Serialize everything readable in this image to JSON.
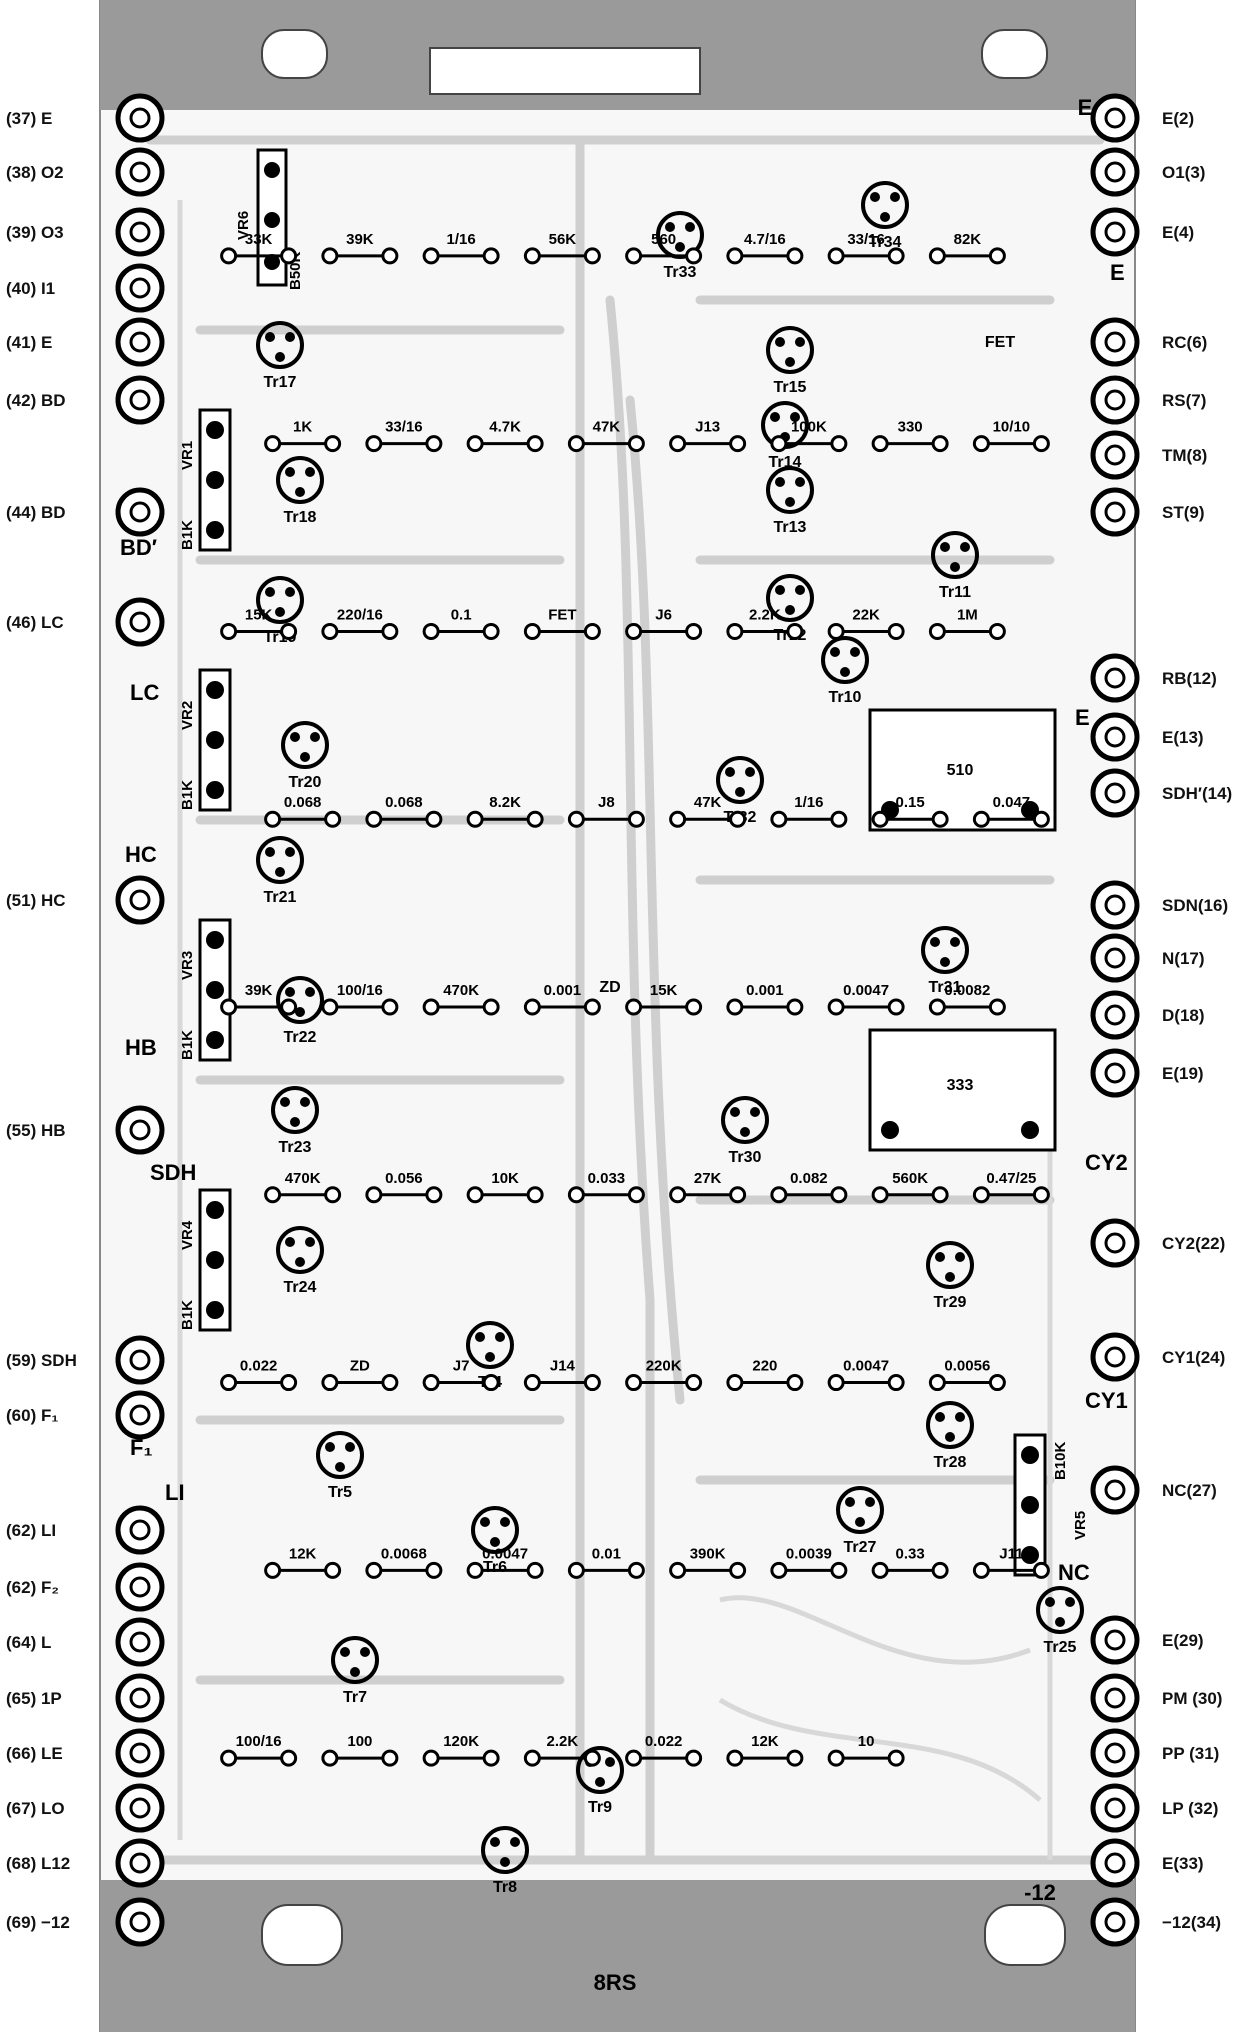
{
  "board": {
    "name": "8RS",
    "ground_top": "E",
    "ground_top_right": "E",
    "supply_bottom": "-12"
  },
  "left_pins": [
    {
      "label": "(37) E"
    },
    {
      "label": "(38) O2"
    },
    {
      "label": "(39) O3"
    },
    {
      "label": "(40) I1"
    },
    {
      "label": "(41) E"
    },
    {
      "label": "(42) BD"
    },
    {
      "label": "(44) BD"
    },
    {
      "label": "(46) LC"
    },
    {
      "label": "(51) HC"
    },
    {
      "label": "(55) HB"
    },
    {
      "label": "(59) SDH"
    },
    {
      "label": "(60) F₁"
    },
    {
      "label": "(62) LI"
    },
    {
      "label": "(62) F₂"
    },
    {
      "label": "(64) L"
    },
    {
      "label": "(65) 1P"
    },
    {
      "label": "(66) LE"
    },
    {
      "label": "(67) LO"
    },
    {
      "label": "(68) L12"
    },
    {
      "label": "(69) −12"
    }
  ],
  "right_pins": [
    {
      "label": "E(2)"
    },
    {
      "label": "O1(3)"
    },
    {
      "label": "E(4)"
    },
    {
      "label": "RC(6)"
    },
    {
      "label": "RS(7)"
    },
    {
      "label": "TM(8)"
    },
    {
      "label": "ST(9)"
    },
    {
      "label": "RB(12)"
    },
    {
      "label": "E(13)"
    },
    {
      "label": "SDH′(14)"
    },
    {
      "label": "SDN(16)"
    },
    {
      "label": "N(17)"
    },
    {
      "label": "D(18)"
    },
    {
      "label": "E(19)"
    },
    {
      "label": "CY2(22)"
    },
    {
      "label": "CY1(24)"
    },
    {
      "label": "NC(27)"
    },
    {
      "label": "E(29)"
    },
    {
      "label": "PM (30)"
    },
    {
      "label": "PP (31)"
    },
    {
      "label": "LP (32)"
    },
    {
      "label": "E(33)"
    },
    {
      "label": "−12(34)"
    }
  ],
  "inner_labels": {
    "bd_prime": "BD′",
    "lc": "LC",
    "hc": "HC",
    "hb": "HB",
    "sdh": "SDH",
    "f1": "F₁",
    "li": "LI",
    "cy2": "CY2",
    "cy1": "CY1",
    "nc": "NC",
    "e_right": "E",
    "e_mid": "E"
  },
  "trimmers": [
    {
      "ref": "VR6",
      "value": "B50K"
    },
    {
      "ref": "VR1",
      "value": "B1K"
    },
    {
      "ref": "VR2",
      "value": "B1K"
    },
    {
      "ref": "VR3",
      "value": "B1K"
    },
    {
      "ref": "VR4",
      "value": "B1K"
    },
    {
      "ref": "VR5",
      "value": "B10K"
    }
  ],
  "ics": [
    {
      "value": "510"
    },
    {
      "value": "333"
    }
  ],
  "transistors": [
    "Tr4",
    "Tr5",
    "Tr6",
    "Tr7",
    "Tr8",
    "Tr9",
    "Tr10",
    "Tr11",
    "Tr12",
    "Tr13",
    "Tr14",
    "Tr15",
    "Tr17",
    "Tr18",
    "Tr19",
    "Tr20",
    "Tr21",
    "Tr22",
    "Tr23",
    "Tr24",
    "Tr25",
    "Tr27",
    "Tr28",
    "Tr29",
    "Tr30",
    "Tr31",
    "Tr32",
    "Tr33",
    "Tr34",
    "FET",
    "ZD"
  ],
  "component_values": [
    "33K",
    "39K",
    "1/16",
    "56K",
    "560",
    "4.7/16",
    "33/16",
    "82K",
    "1K",
    "33/16",
    "4.7K",
    "47K",
    "J13",
    "100K",
    "330",
    "10/10",
    "15K",
    "220/16",
    "0.1",
    "FET",
    "J6",
    "2.2K",
    "22K",
    "1M",
    "0.068",
    "0.068",
    "8.2K",
    "J8",
    "47K",
    "1/16",
    "0.15",
    "0.047",
    "39K",
    "100/16",
    "470K",
    "0.001",
    "15K",
    "0.001",
    "0.0047",
    "0.0082",
    "470K",
    "0.056",
    "10K",
    "0.033",
    "27K",
    "0.082",
    "560K",
    "0.47/25",
    "0.022",
    "ZD",
    "J7",
    "J14",
    "220K",
    "220",
    "0.0047",
    "0.0056",
    "12K",
    "0.0068",
    "0.0047",
    "0.01",
    "390K",
    "0.0039",
    "0.33",
    "J11",
    "100/16",
    "100",
    "120K",
    "2.2K",
    "0.022",
    "12K",
    "10"
  ]
}
